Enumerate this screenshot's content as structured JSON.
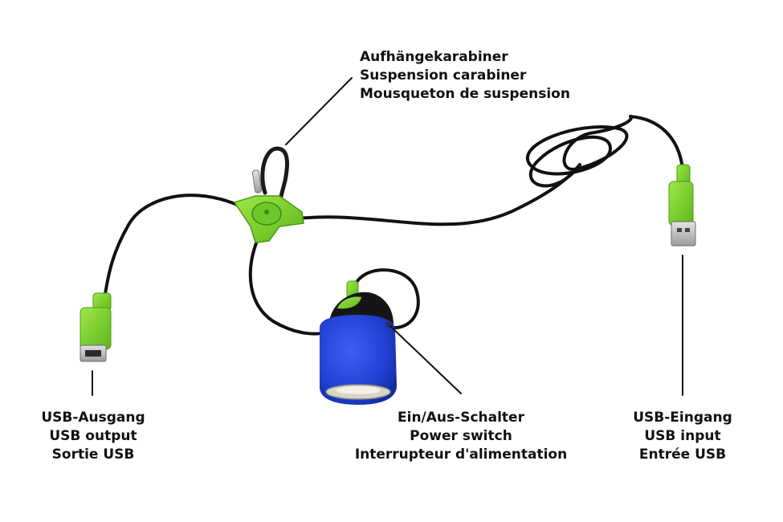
{
  "labels": {
    "carabiner": {
      "de": "Aufhängekarabiner",
      "en": "Suspension carabiner",
      "fr": "Mousqueton de suspension"
    },
    "usb_output": {
      "de": "USB-Ausgang",
      "en": "USB output",
      "fr": "Sortie USB"
    },
    "power_switch": {
      "de": "Ein/Aus-Schalter",
      "en": "Power switch",
      "fr": "Interrupteur d'alimentation"
    },
    "usb_input": {
      "de": "USB-Eingang",
      "en": "USB input",
      "fr": "Entrée USB"
    }
  },
  "colors": {
    "cable": "#111111",
    "accent_green": "#7dd321",
    "lamp_blue": "#1f3fd0",
    "metal": "#b9b9b9"
  }
}
